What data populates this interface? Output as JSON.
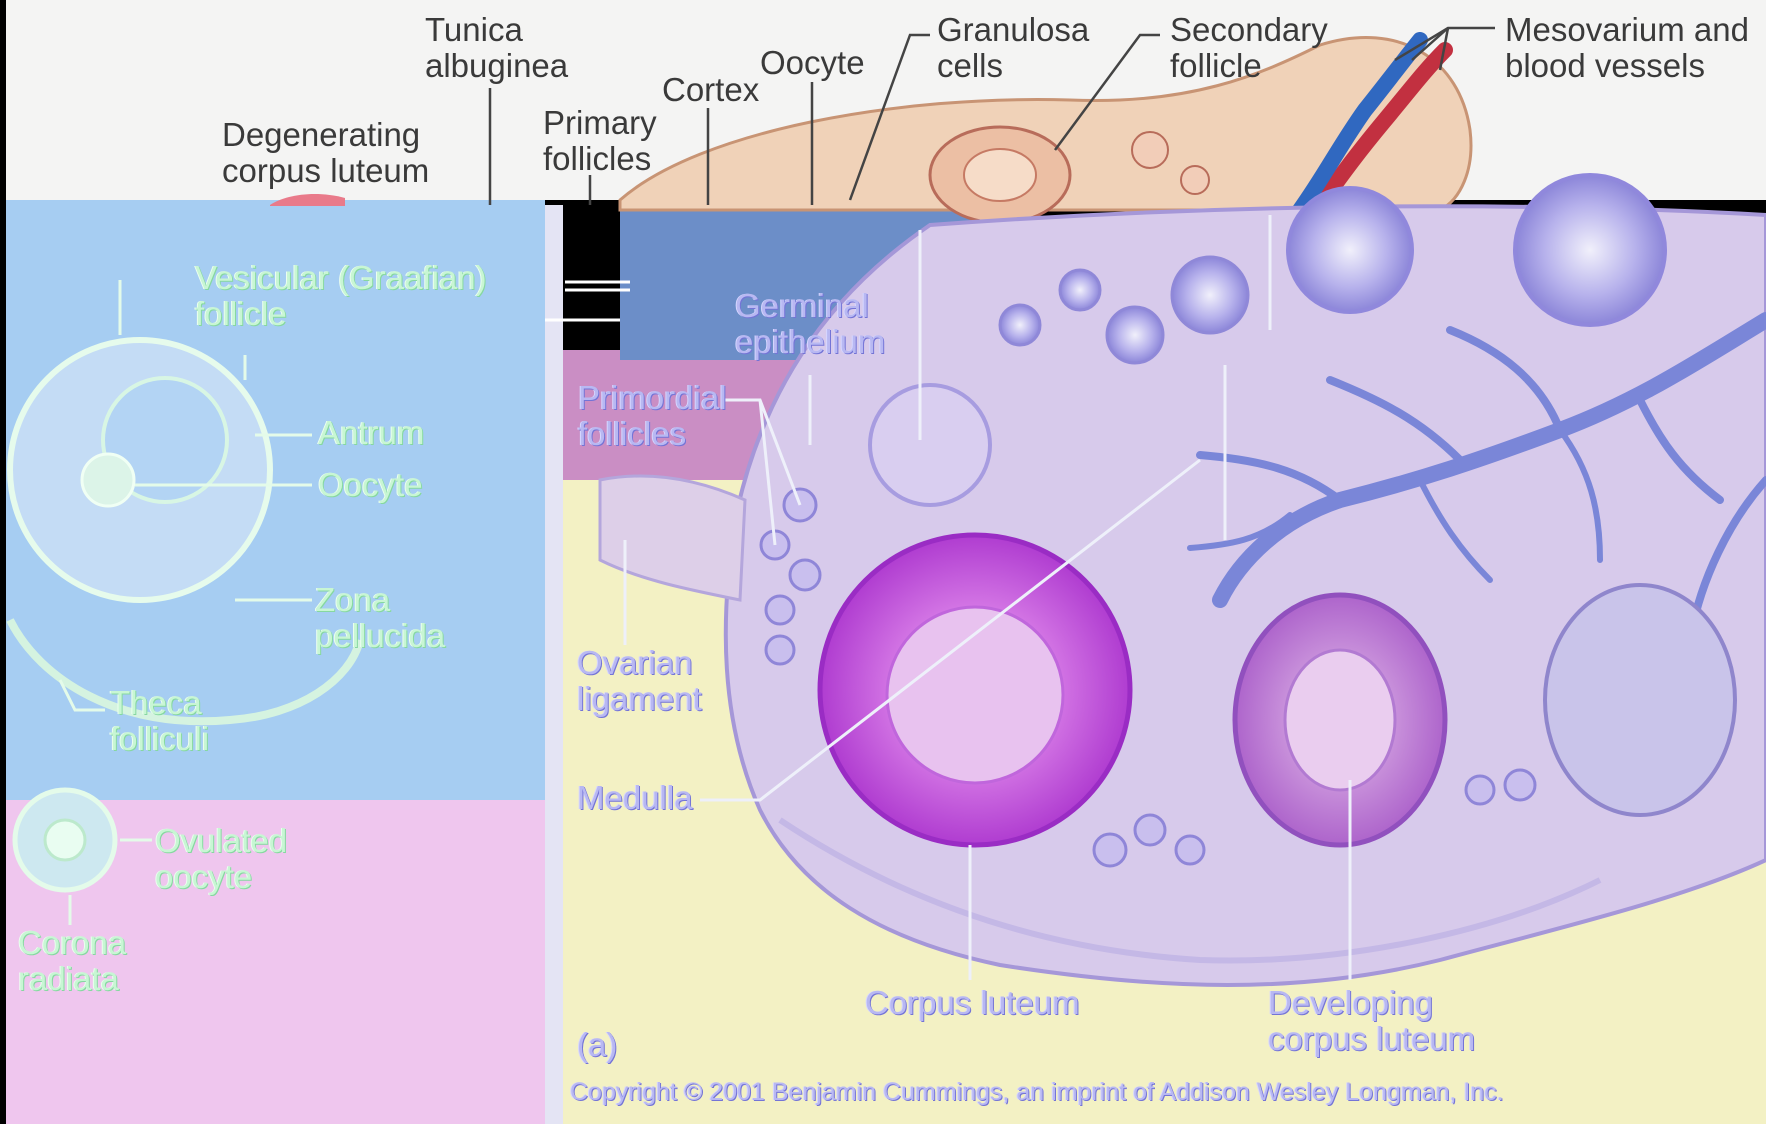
{
  "labels": {
    "tunica_albuginea": "Tunica\nalbuginea",
    "oocyte_top": "Oocyte",
    "granulosa_cells": "Granulosa\ncells",
    "secondary_follicle": "Secondary\nfollicle",
    "mesovarium": "Mesovarium and\nblood vessels",
    "cortex": "Cortex",
    "primary_follicles": "Primary\nfollicles",
    "degenerating_corpus_luteum": "Degenerating\ncorpus luteum",
    "vesicular_follicle": "Vesicular (Graafian)\nfollicle",
    "antrum": "Antrum",
    "oocyte_left": "Oocyte",
    "zona_pellucida": "Zona\npellucida",
    "theca_folliculi": "Theca\nfolliculi",
    "ovulated_oocyte": "Ovulated\noocyte",
    "corona_radiata": "Corona\nradiata",
    "germinal_epithelium": "Germinal\nepithelium",
    "primordial_follicles": "Primordial\nfollicles",
    "ovarian_ligament": "Ovarian\nligament",
    "medulla": "Medulla",
    "corpus_luteum": "Corpus luteum",
    "developing_corpus_luteum": "Developing\ncorpus luteum",
    "panel_a": "(a)"
  },
  "copyright": "Copyright © 2001 Benjamin Cummings, an imprint of Addison Wesley Longman, Inc.",
  "colors": {
    "top_band": "#f4f4f3",
    "ovary_tissue": "#f0d2b8",
    "left_blue": "#a6cdf2",
    "left_pink": "#efc6ee",
    "mid_pink": "#ca8ec4",
    "mid_blue": "#6c8ec8",
    "cream": "#f3f1c4",
    "section_lilac": "#d7caeb",
    "corpus_luteum": "#b43fd6",
    "medulla_vessels": "#7a86d8",
    "artery": "#c23040",
    "vein": "#3068c0"
  }
}
